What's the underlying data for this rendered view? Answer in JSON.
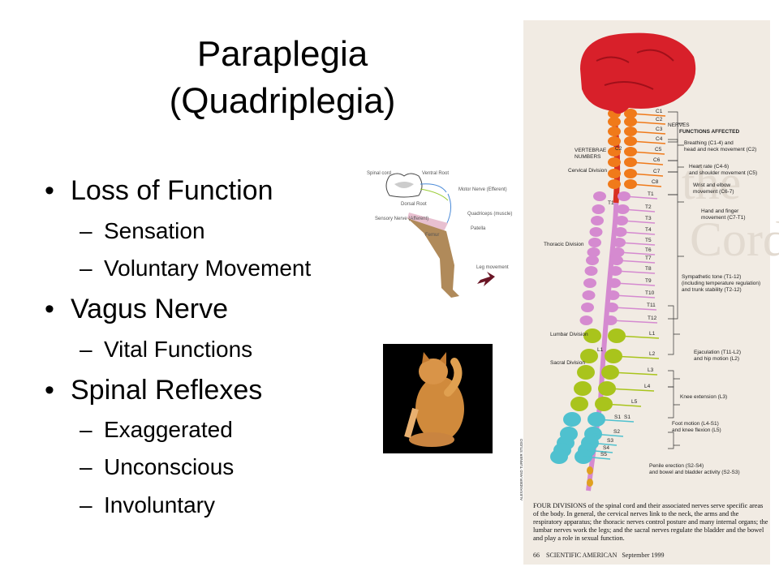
{
  "title": {
    "line1": "Paraplegia",
    "line2": "(Quadriplegia)"
  },
  "bullets": [
    {
      "label": "Loss of Function",
      "subs": [
        "Sensation",
        "Voluntary Movement"
      ]
    },
    {
      "label": "Vagus Nerve",
      "subs": [
        "Vital Functions"
      ]
    },
    {
      "label": "Spinal Reflexes",
      "subs": [
        "Exaggerated",
        "Unconscious",
        "Involuntary"
      ]
    }
  ],
  "reflex_diagram": {
    "labels": [
      "Spinal cord",
      "Ventral Root",
      "Dorsal Root",
      "Motor Nerve (Efferent)",
      "Sensory Nerve (Afferent)",
      "Quadriceps (muscle)",
      "Patella",
      "Femur",
      "Leg movement"
    ]
  },
  "spine_figure": {
    "ghost_text": [
      "the",
      "Cord"
    ],
    "nerves_label": "NERVES",
    "functions_heading": "FUNCTIONS AFFECTED",
    "vertebrae_numbers_label": [
      "VERTEBRAE",
      "NUMBERS"
    ],
    "divisions": [
      "Cervical Division",
      "Thoracic Division",
      "Lumbar Division",
      "Sacral Division"
    ],
    "vertebra_labels": {
      "c2": "C2",
      "t1": "T1",
      "l1": "L1",
      "s1": "S1"
    },
    "nerves": [
      "C1",
      "C2",
      "C3",
      "C4",
      "C5",
      "C6",
      "C7",
      "C8",
      "T1",
      "T2",
      "T3",
      "T4",
      "T5",
      "T6",
      "T7",
      "T8",
      "T9",
      "T10",
      "T11",
      "T12",
      "L1",
      "L2",
      "L3",
      "L4",
      "L5",
      "S1",
      "S2",
      "S3",
      "S4",
      "S5"
    ],
    "functions": [
      [
        "Breathing (C1-4) and",
        "head and neck movement (C2)"
      ],
      [
        "Heart rate (C4-6)",
        "and shoulder movement (C5)"
      ],
      [
        "Wrist and elbow",
        "movement (C6-7)"
      ],
      [
        "Hand and finger",
        "movement (C7-T1)"
      ],
      [
        "Sympathetic tone (T1-12)",
        "(including temperature regulation)",
        "and trunk stability (T2-12)"
      ],
      [
        "Ejaculation (T11-L2)",
        "and hip motion (L2)"
      ],
      [
        "Knee extension (L3)"
      ],
      [
        "Foot motion (L4-S1)",
        "and knee flexion (L5)"
      ],
      [
        "Penile erection (S2-S4)",
        "and bowel and bladder activity (S2-S3)"
      ]
    ],
    "credit": "ALEXANDER AND TURNER STUDIO",
    "caption_lead": "FOUR DIVISIONS",
    "caption": " of the spinal cord and their associated nerves serve specific areas of the body. In general, the cervical nerves link to the neck, the arms and the respiratory apparatus; the thoracic nerves control posture and many internal organs; the lumbar nerves work the legs; and the sacral nerves regulate the bladder and the bowel and play a role in sexual function.",
    "page": "66",
    "magazine": "SCIENTIFIC AMERICAN",
    "date": "September 1999",
    "colors": {
      "brain": "#d8202a",
      "cervical": "#f07a1a",
      "thoracic": "#d58ad0",
      "lumbar": "#a9c41c",
      "sacral": "#4fc1cf"
    }
  }
}
